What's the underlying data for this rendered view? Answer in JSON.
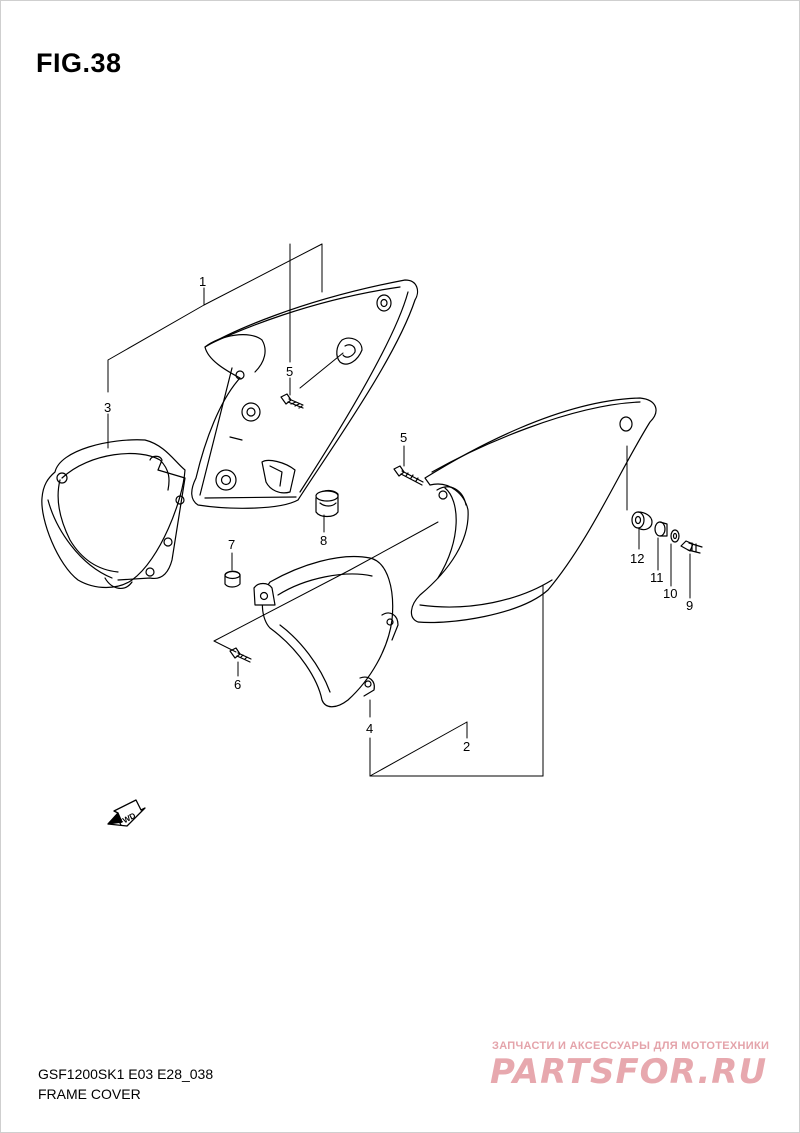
{
  "figure": {
    "title": "FIG.38"
  },
  "footer": {
    "model_code": "GSF1200SK1 E03 E28_038",
    "section_name": "FRAME COVER"
  },
  "fwd_arrow": {
    "label": "FWD"
  },
  "callouts": [
    "1",
    "2",
    "3",
    "4",
    "5",
    "5",
    "6",
    "7",
    "8",
    "9",
    "10",
    "11",
    "12"
  ],
  "watermark": {
    "caption": "ЗАПЧАСТИ И АКСЕССУАРЫ ДЛЯ МОТОТЕХНИКИ",
    "logo": "PARTSFOR.RU"
  }
}
